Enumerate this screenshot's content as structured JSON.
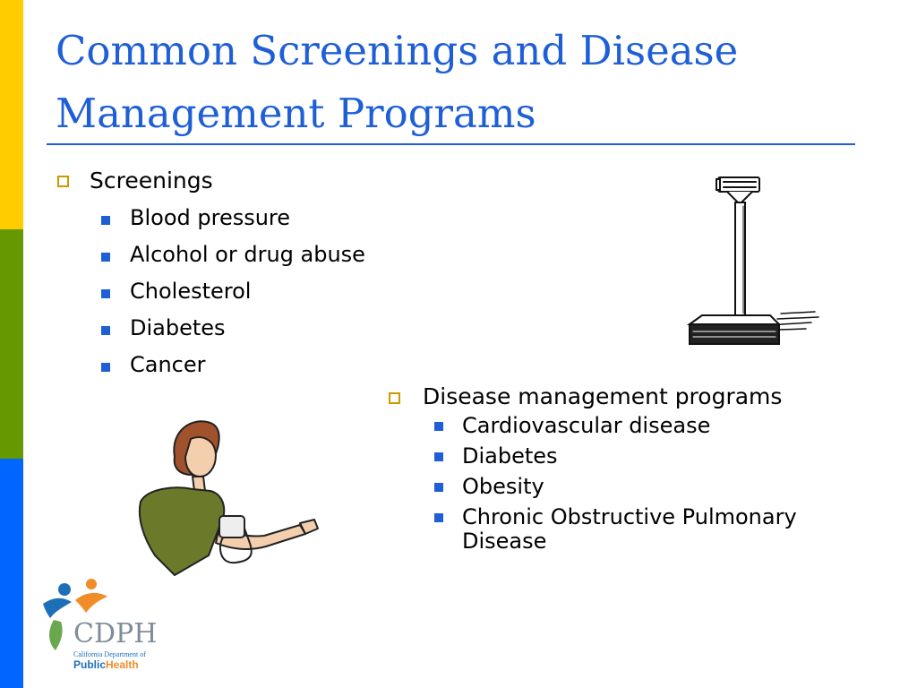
{
  "slide": {
    "title": "Common Screenings and Disease Management Programs",
    "colors": {
      "title": "#1f5fd6",
      "text": "#000000",
      "rule": "#1f5fd6",
      "sidebar_yellow": "#ffcc00",
      "sidebar_green": "#669900",
      "sidebar_blue": "#0066ff",
      "bullet_hollow": "#cc9900",
      "bullet_solid": "#1f5fd6"
    }
  },
  "screenings": {
    "label": "Screenings",
    "items": [
      "Blood pressure",
      "Alcohol or drug abuse",
      "Cholesterol",
      "Diabetes",
      "Cancer"
    ]
  },
  "disease_programs": {
    "label": "Disease management programs",
    "items": [
      "Cardiovascular disease",
      "Diabetes",
      "Obesity",
      "Chronic Obstructive Pulmonary Disease"
    ]
  },
  "logo": {
    "acronym": "CDPH",
    "department": "California Department of",
    "public": "Public",
    "health": "Health",
    "colors": {
      "blue": "#1d6fb8",
      "orange": "#f28c28",
      "green": "#6aa84f",
      "gray": "#7f8c99"
    }
  },
  "illustrations": [
    "weighing-scale",
    "woman-taking-blood-pressure"
  ]
}
